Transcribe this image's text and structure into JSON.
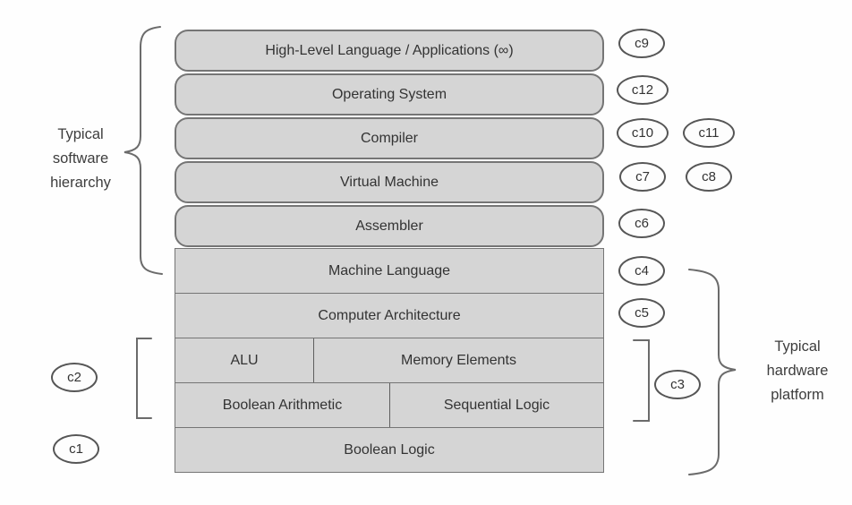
{
  "title": "Computing system roadmap diagram",
  "labels": {
    "software_group": [
      "Typical",
      "software",
      "hierarchy"
    ],
    "hardware_group": [
      "Typical",
      "hardware",
      "platform"
    ]
  },
  "layers": {
    "software": [
      {
        "name": "high-level-language",
        "label": "High-Level Language / Applications (∞)",
        "chapters": [
          "c9"
        ]
      },
      {
        "name": "operating-system",
        "label": "Operating System",
        "chapters": [
          "c12"
        ]
      },
      {
        "name": "compiler",
        "label": "Compiler",
        "chapters": [
          "c10",
          "c11"
        ]
      },
      {
        "name": "virtual-machine",
        "label": "Virtual Machine",
        "chapters": [
          "c7",
          "c8"
        ]
      },
      {
        "name": "assembler",
        "label": "Assembler",
        "chapters": [
          "c6"
        ]
      }
    ],
    "hardware": [
      {
        "name": "machine-language",
        "label": "Machine Language",
        "chapters": [
          "c4"
        ]
      },
      {
        "name": "computer-architecture",
        "label": "Computer Architecture",
        "chapters": [
          "c5"
        ]
      },
      {
        "name": "alu-memory-row",
        "cells": [
          "ALU",
          "Memory Elements"
        ],
        "chapters": [
          "c3"
        ]
      },
      {
        "name": "boolean-sequential-row",
        "cells": [
          "Boolean Arithmetic",
          "Sequential Logic"
        ],
        "chapters": [
          "c2"
        ]
      },
      {
        "name": "boolean-logic",
        "label": "Boolean Logic",
        "chapters": [
          "c1"
        ]
      }
    ]
  },
  "chapter_badges": {
    "c1": "c1",
    "c2": "c2",
    "c3": "c3",
    "c4": "c4",
    "c5": "c5",
    "c6": "c6",
    "c7": "c7",
    "c8": "c8",
    "c9": "c9",
    "c10": "c10",
    "c11": "c11",
    "c12": "c12"
  },
  "colors": {
    "box_fill": "#d5d5d5",
    "box_border": "#757575",
    "badge_fill": "#fdfdfd",
    "badge_border": "#565656",
    "text": "#333333",
    "background": "#fefefe"
  }
}
